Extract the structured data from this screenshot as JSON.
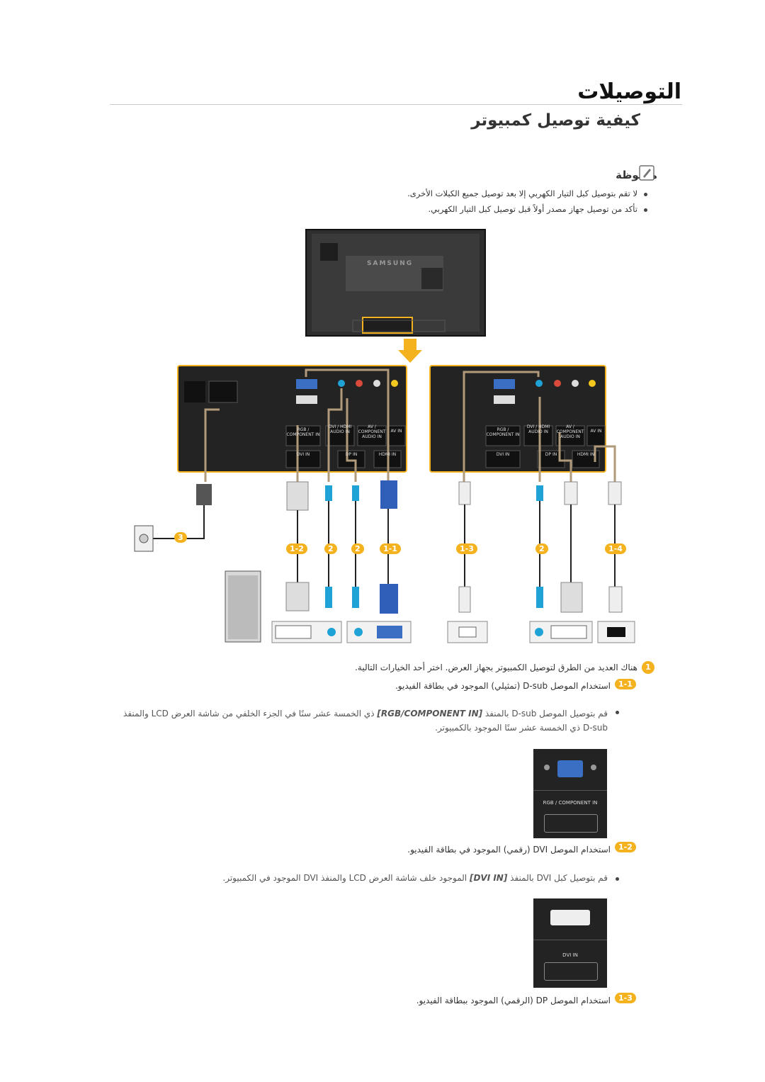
{
  "header": {
    "title": "التوصيلات",
    "section_title": "كيفية توصيل كمبيوتر"
  },
  "note": {
    "heading": "ملحوظة",
    "bullets": [
      "لا تقم بتوصيل كبل التيار الكهربي إلا بعد توصيل جميع الكبلات الأخرى.",
      "تأكد من توصيل جهاز مصدر أولاً قبل توصيل كبل التيار الكهربي."
    ]
  },
  "figure": {
    "brand": "SAMSUNG",
    "callouts": [
      "1-2",
      "2",
      "2",
      "1-1",
      "1-3",
      "2",
      "1-4",
      "3"
    ],
    "port_labels": {
      "rgb_component": "RGB / COMPONENT IN",
      "av_component_audio": "AV / COMPONENT AUDIO IN",
      "dvi_hdmi_audio": "DVI / HDMI AUDIO IN",
      "av_in": "AV IN",
      "dvi_in": "DVI IN",
      "dp_in": "DP IN",
      "hdmi_in": "HDMI IN"
    }
  },
  "content": {
    "intro_badge": "1",
    "intro": "هناك العديد من الطرق لتوصيل الكمبيوتر بجهاز العرض. اختر أحد الخيارات التالية.",
    "s11": {
      "badge": "1-1",
      "heading": "استخدام الموصل D-sub (تمثيلي) الموجود في بطاقة الفيديو.",
      "bullet_pre": "قم بتوصيل الموصل D-sub بالمنفذ ",
      "bullet_em": "[RGB/COMPONENT IN]",
      "bullet_post": " ذي الخمسة عشر سنًا في الجزء الخلفي من شاشة العرض LCD والمنفذ D-sub ذي الخمسة عشر سنًا الموجود بالكمبيوتر.",
      "img_label": "RGB / COMPONENT IN"
    },
    "s12": {
      "badge": "1-2",
      "heading": "استخدام الموصل DVI (رقمي) الموجود في بطاقة الفيديو.",
      "bullet_pre": "قم بتوصيل كبل DVI بالمنفذ ",
      "bullet_em": "[DVI IN]",
      "bullet_post": " الموجود خلف شاشة العرض LCD والمنفذ DVI الموجود في الكمبيوتر.",
      "img_label": "DVI IN"
    },
    "s13": {
      "badge": "1-3",
      "heading": "استخدام الموصل DP (الرقمي) الموجود ببطاقة الفيديو."
    }
  }
}
